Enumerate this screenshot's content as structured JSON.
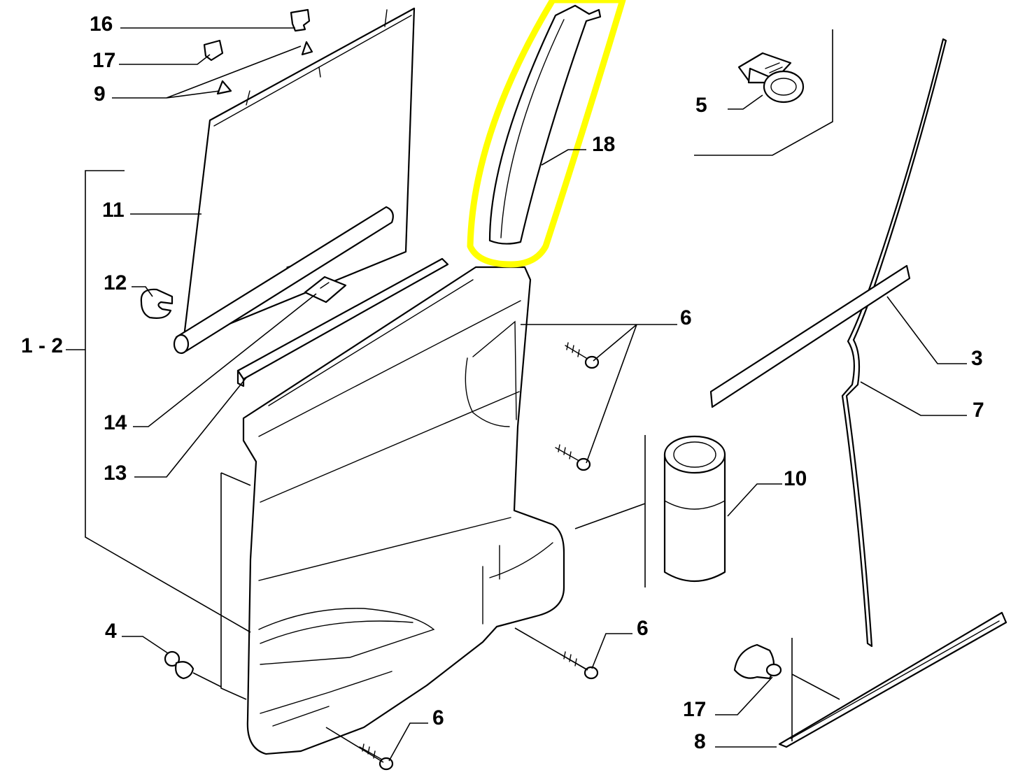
{
  "colors": {
    "highlight": "#ffff00",
    "line": "#000000",
    "background": "#ffffff"
  },
  "callouts": {
    "c16": "16",
    "c17_top": "17",
    "c9": "9",
    "c11": "11",
    "c12": "12",
    "c1_2": "1 - 2",
    "c14": "14",
    "c13": "13",
    "c4": "4",
    "c18": "18",
    "c5": "5",
    "c6_a": "6",
    "c6_b": "6",
    "c6_c": "6",
    "c3": "3",
    "c7": "7",
    "c10": "10",
    "c17_bottom": "17",
    "c8": "8"
  }
}
